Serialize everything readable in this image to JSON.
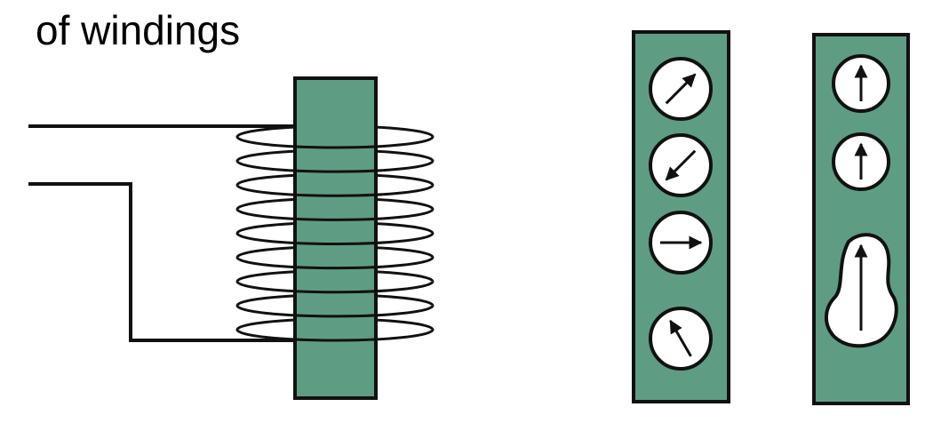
{
  "caption": "of windings",
  "colors": {
    "core": "#5f9c84",
    "stroke": "#111111",
    "background": "#ffffff",
    "dial_face": "#ffffff"
  },
  "solenoid": {
    "turns": 9,
    "icon": "coil-wound-on-core"
  },
  "unmagnetized_bar": {
    "icon": "bar-random-domains",
    "domain_arrow_angles_deg": [
      45,
      225,
      0,
      120
    ]
  },
  "magnetized_bar": {
    "icon": "bar-aligned-domains",
    "domain_arrow_angles_deg": [
      90,
      90,
      90
    ]
  }
}
